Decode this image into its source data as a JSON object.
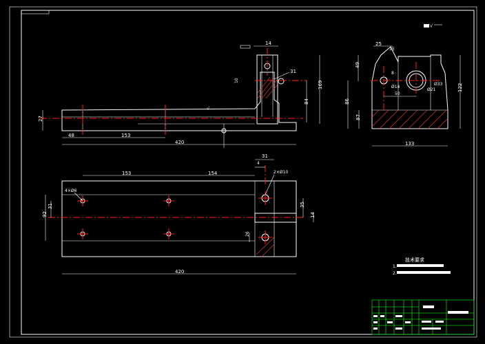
{
  "colors": {
    "background": "#000000",
    "lines": "#ffffff",
    "centerlines": "#ff2020",
    "titleblock": "#00cc00"
  },
  "surface_symbol": "√",
  "front_view": {
    "dims": {
      "d27": "27",
      "d48": "48",
      "d153": "153",
      "d420": "420",
      "d14": "14",
      "d31": "31",
      "d84": "84",
      "d169": "169"
    }
  },
  "side_view": {
    "dims": {
      "d25": "25",
      "d15": "15",
      "d49": "49",
      "d8": "8",
      "d14": "Ø14",
      "d50": "50",
      "d21": "Ø21",
      "d33": "Ø33",
      "d86": "86",
      "d87": "87",
      "d122": "122",
      "d133": "133"
    }
  },
  "top_view": {
    "dims": {
      "d31": "31",
      "d4": "4",
      "d153": "153",
      "d154": "154",
      "holes_main": "4×Ø6",
      "holes_side": "2×Ø10",
      "d92": "92",
      "d31b": "31",
      "d35": "35",
      "d14": "14",
      "d26": "26",
      "d420": "420"
    }
  },
  "notes": {
    "heading": "技术要求",
    "item1": "1.",
    "item2": "2."
  }
}
